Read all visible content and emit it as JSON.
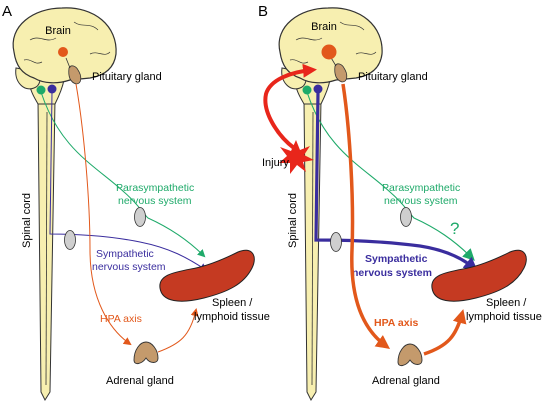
{
  "colors": {
    "brain_fill": "#f7efb0",
    "outline": "#333333",
    "parasympathetic": "#1faa6a",
    "sympathetic": "#3a2d9e",
    "hpa": "#e2581b",
    "spleen": "#c53a22",
    "adrenal": "#c49a6c",
    "injury": "#e8261b",
    "ganglion": "#cfcfcf"
  },
  "panel_a": {
    "panel_label": "A",
    "brain_label": "Brain",
    "pituitary_label": "Pituitary gland",
    "spinal_cord_label": "Spinal cord",
    "parasympathetic_label_1": "Parasympathetic",
    "parasympathetic_label_2": "nervous system",
    "sympathetic_label_1": "Sympathetic",
    "sympathetic_label_2": "nervous system",
    "hpa_label": "HPA axis",
    "spleen_label_1": "Spleen /",
    "spleen_label_2": "lymphoid tissue",
    "adrenal_label": "Adrenal gland"
  },
  "panel_b": {
    "panel_label": "B",
    "brain_label": "Brain",
    "pituitary_label": "Pituitary gland",
    "spinal_cord_label": "Spinal cord",
    "injury_label": "Injury",
    "parasympathetic_label_1": "Parasympathetic",
    "parasympathetic_label_2": "nervous system",
    "question_mark": "?",
    "sympathetic_label_1": "Sympathetic",
    "sympathetic_label_2": "nervous system",
    "hpa_label": "HPA axis",
    "spleen_label_1": "Spleen /",
    "spleen_label_2": "lymphoid tissue",
    "adrenal_label": "Adrenal gland"
  }
}
